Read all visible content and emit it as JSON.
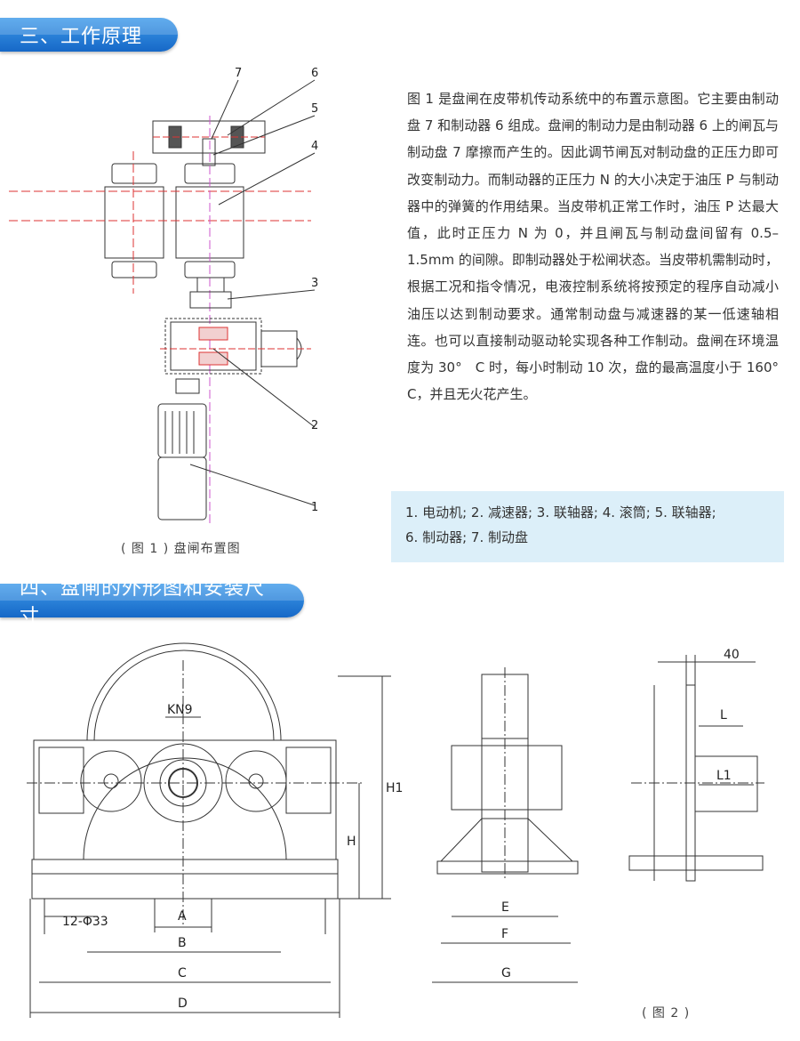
{
  "sections": {
    "three": "三、工作原理",
    "four": "四、盘闸的外形图和安装尺寸"
  },
  "principle": {
    "paragraph": "图 1 是盘闸在皮带机传动系统中的布置示意图。它主要由制动盘 7 和制动器 6 组成。盘闸的制动力是由制动器 6 上的闸瓦与制动盘 7 摩擦而产生的。因此调节闸瓦对制动盘的正压力即可改变制动力。而制动器的正压力 N 的大小决定于油压 P 与制动器中的弹簧的作用结果。当皮带机正常工作时，油压 P 达最大值，此时正压力 N 为 0，并且闸瓦与制动盘间留有 0.5–1.5mm 的间隙。即制动器处于松闸状态。当皮带机需制动时，根据工况和指令情况，电液控制系统将按预定的程序自动减小油压以达到制动要求。通常制动盘与减速器的某一低速轴相连。也可以直接制动驱动轮实现各种工作制动。盘闸在环境温度为 30°　C 时，每小时制动 10 次，盘的最高温度小于 160°　C，并且无火花产生。"
  },
  "legend": {
    "line1": "1. 电动机; 2. 减速器; 3. 联轴器; 4. 滚筒; 5. 联轴器;",
    "line2": "6. 制动器; 7. 制动盘"
  },
  "figure1": {
    "caption": "( 图 1 ) 盘闸布置图",
    "labels": [
      "7",
      "6",
      "5",
      "4",
      "3",
      "2",
      "1"
    ]
  },
  "figure2": {
    "caption": "( 图 2 )",
    "front": {
      "kn": "KN9",
      "holes": "12-Φ33",
      "A": "A",
      "B": "B",
      "C": "C",
      "D": "D",
      "H": "H",
      "H1": "H1"
    },
    "side": {
      "E": "E",
      "F": "F",
      "G": "G"
    },
    "section": {
      "dim40": "40",
      "L": "L",
      "L1": "L1"
    }
  }
}
